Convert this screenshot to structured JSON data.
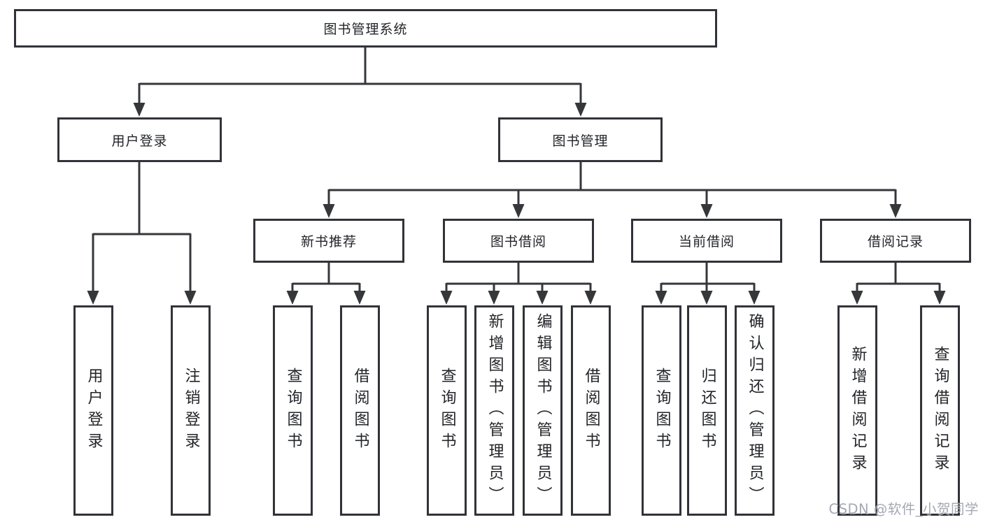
{
  "diagram_title": "图书管理系统",
  "colors": {
    "line": "#35373b",
    "box_border": "#313338",
    "text": "#222428",
    "background": "#ffffff",
    "watermark": "#9499a4"
  },
  "watermark": {
    "text": "CSDN @软件_小贺同学"
  },
  "tree": {
    "label": "图书管理系统",
    "children": [
      {
        "label": "用户登录",
        "children": [
          {
            "label": "用户登录"
          },
          {
            "label": "注销登录"
          }
        ]
      },
      {
        "label": "图书管理",
        "children": [
          {
            "label": "新书推荐",
            "children": [
              {
                "label": "查询图书"
              },
              {
                "label": "借阅图书"
              }
            ]
          },
          {
            "label": "图书借阅",
            "children": [
              {
                "label": "查询图书"
              },
              {
                "label": "新增图书（管理员）"
              },
              {
                "label": "编辑图书（管理员）"
              },
              {
                "label": "借阅图书"
              }
            ]
          },
          {
            "label": "当前借阅",
            "children": [
              {
                "label": "查询图书"
              },
              {
                "label": "归还图书"
              },
              {
                "label": "确认归还（管理员）"
              }
            ]
          },
          {
            "label": "借阅记录",
            "children": [
              {
                "label": "新增借阅记录"
              },
              {
                "label": "查询借阅记录"
              }
            ]
          }
        ]
      }
    ]
  }
}
